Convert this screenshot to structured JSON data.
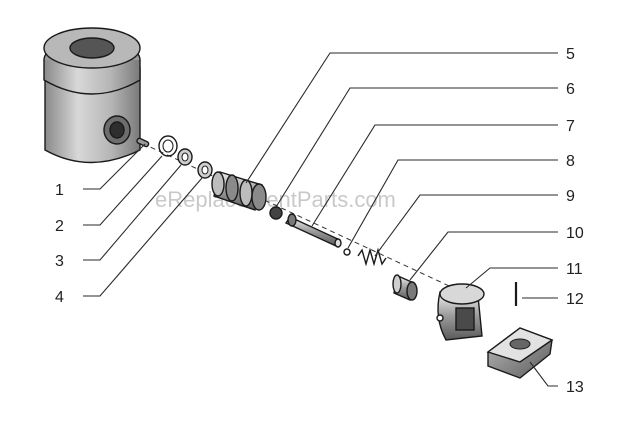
{
  "watermark": "eReplacementParts.com",
  "callouts": [
    {
      "label": "1"
    },
    {
      "label": "2"
    },
    {
      "label": "3"
    },
    {
      "label": "4"
    },
    {
      "label": "5"
    },
    {
      "label": "6"
    },
    {
      "label": "7"
    },
    {
      "label": "8"
    },
    {
      "label": "9"
    },
    {
      "label": "10"
    },
    {
      "label": "11"
    },
    {
      "label": "12"
    },
    {
      "label": "13"
    }
  ]
}
